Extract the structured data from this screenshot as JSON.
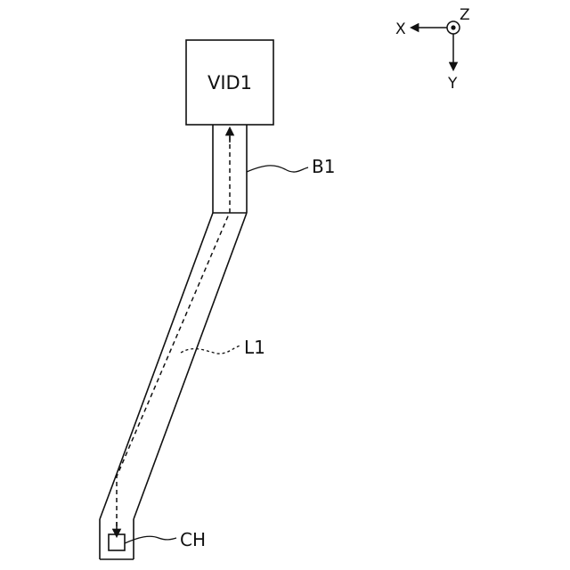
{
  "diagram": {
    "vid_box": {
      "label": "VID1"
    },
    "callouts": {
      "b1": {
        "label": "B1"
      },
      "l1": {
        "label": "L1"
      },
      "ch": {
        "label": "CH"
      }
    },
    "axes": {
      "x_label": "X",
      "y_label": "Y",
      "z_label": "Z"
    }
  }
}
